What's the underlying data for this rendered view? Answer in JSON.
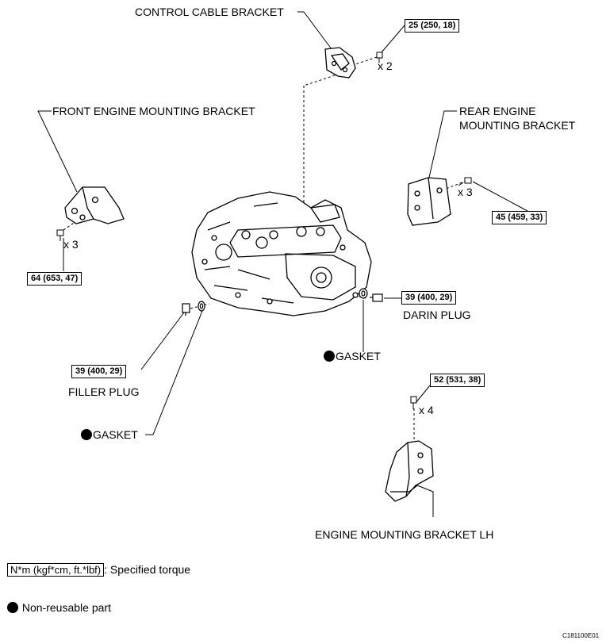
{
  "labels": {
    "control_cable_bracket": "CONTROL CABLE BRACKET",
    "front_engine_mounting_bracket": "FRONT ENGINE MOUNTING BRACKET",
    "rear_engine_mounting_bracket_1": "REAR ENGINE",
    "rear_engine_mounting_bracket_2": "MOUNTING BRACKET",
    "drain_plug": "DARIN PLUG",
    "gasket_right": "GASKET",
    "filler_plug": "FILLER PLUG",
    "gasket_left": "GASKET",
    "engine_mounting_bracket_lh": "ENGINE MOUNTING BRACKET LH"
  },
  "torques": {
    "control_cable": "25 (250, 18)",
    "front_mount": "64 (653, 47)",
    "rear_mount": "45 (459, 33)",
    "drain_plug": "39 (400, 29)",
    "filler_plug": "39 (400, 29)",
    "lh_mount": "52 (531, 38)"
  },
  "quantities": {
    "control_cable": "x 2",
    "front_mount": "x 3",
    "rear_mount": "x 3",
    "lh_mount": "x 4"
  },
  "legend": {
    "torque_unit": "N*m (kgf*cm, ft.*lbf)",
    "torque_desc": ": Specified torque",
    "non_reusable": "Non-reusable part"
  },
  "figure_code": "C181100E01"
}
